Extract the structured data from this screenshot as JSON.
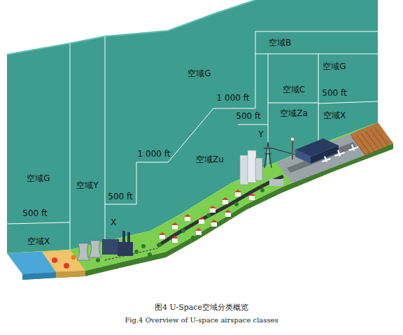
{
  "diagram": {
    "caption": "图4 U-Space空域分类概览",
    "labels": [
      "空域B",
      "空域G",
      "空域G",
      "1 000 ft",
      "空域C",
      "空域G",
      "空域Y",
      "500 ft",
      "500 ft",
      "空域Za",
      "1 000 ft",
      "空域Zu",
      "空域X",
      "Y",
      "500 ft",
      "500 ft",
      "X",
      "空域X",
      "Fig.4 Overview of U-space airspace classes"
    ]
  }
}
